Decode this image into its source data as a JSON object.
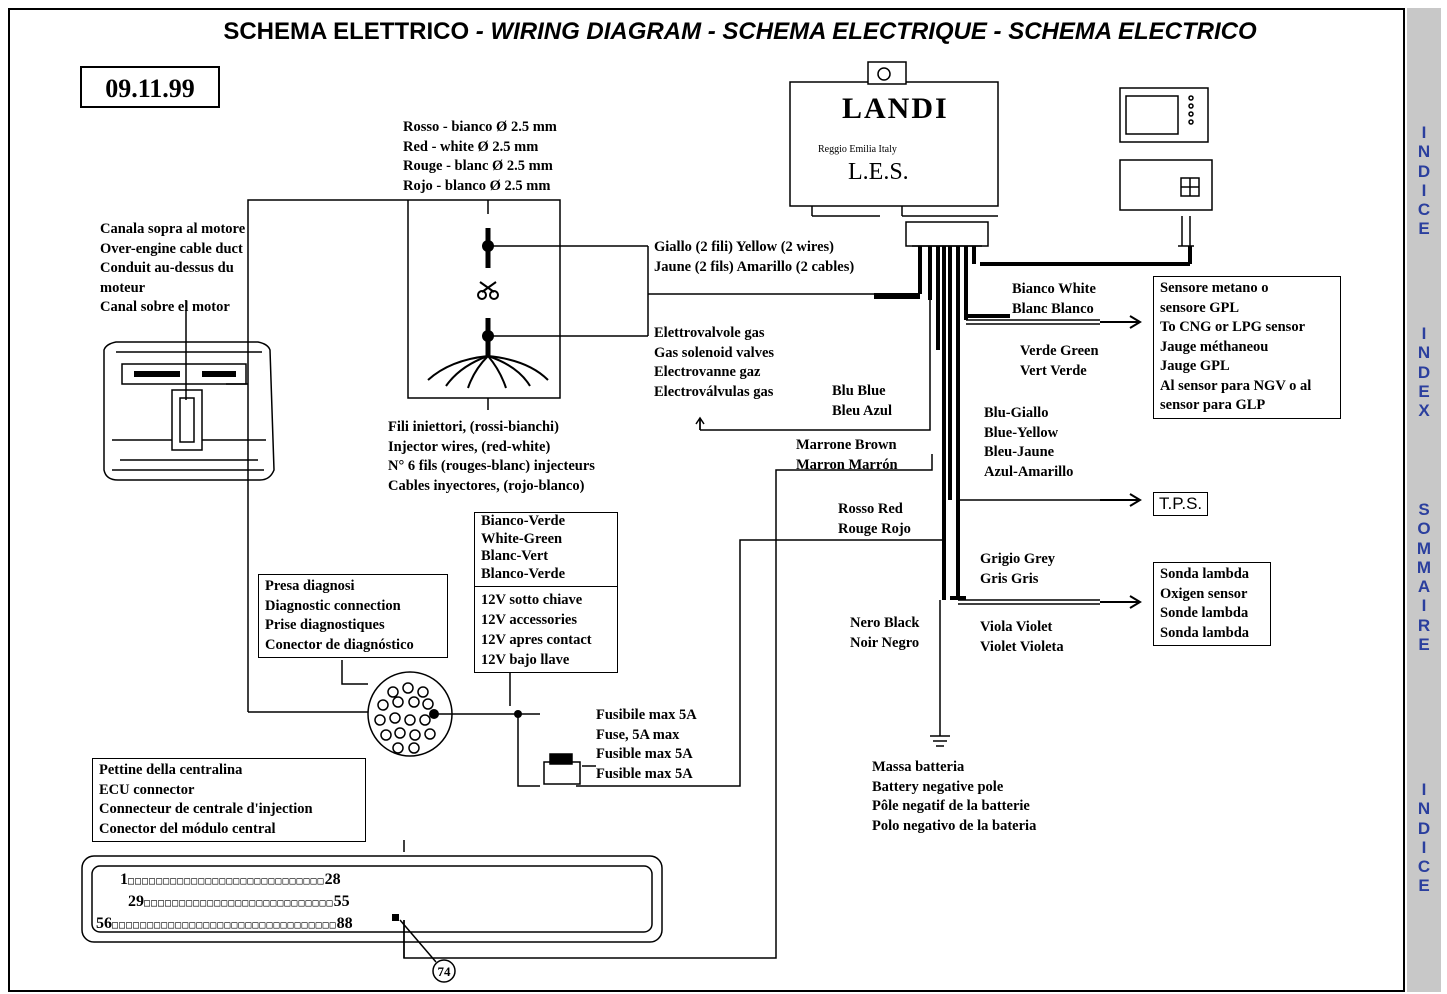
{
  "title": {
    "it": "SCHEMA ELETTRICO",
    "rest": "- WIRING DIAGRAM - SCHEMA ELECTRIQUE - SCHEMA ELECTRICO"
  },
  "date": "09.11.99",
  "ecu": {
    "brand": "LANDI",
    "location": "Reggio Emilia   Italy",
    "model": "L.E.S."
  },
  "side_nav": [
    {
      "letters": [
        "I",
        "N",
        "D",
        "I",
        "C",
        "E"
      ]
    },
    {
      "letters": [
        "I",
        "N",
        "D",
        "E",
        "X"
      ]
    },
    {
      "letters": [
        "S",
        "O",
        "M",
        "M",
        "A",
        "I",
        "R",
        "E"
      ]
    },
    {
      "letters": [
        "I",
        "N",
        "D",
        "I",
        "C",
        "E"
      ]
    }
  ],
  "labels": {
    "red_white": [
      "Rosso - bianco Ø 2.5 mm",
      "Red - white Ø 2.5 mm",
      "Rouge - blanc Ø 2.5 mm",
      "Rojo - blanco Ø 2.5 mm"
    ],
    "cable_duct": [
      "Canala sopra al motore",
      "Over-engine cable duct",
      "Conduit au-dessus du",
      "moteur",
      "Canal sobre el motor"
    ],
    "yellow": [
      "Giallo (2 fili)  Yellow (2 wires)",
      "Jaune (2 fils)  Amarillo (2 cables)"
    ],
    "solenoid": [
      "Elettrovalvole gas",
      "Gas solenoid valves",
      "Electrovanne gaz",
      "Electroválvulas gas"
    ],
    "injector": [
      "Fili iniettori, (rossi-bianchi)",
      "Injector wires, (red-white)",
      "N° 6 fils (rouges-blanc) injecteurs",
      "Cables inyectores, (rojo-blanco)"
    ],
    "blue": [
      "Blu Blue",
      "Bleu Azul"
    ],
    "brown": [
      "Marrone Brown",
      "Marron Marrón"
    ],
    "red": [
      "Rosso Red",
      "Rouge Rojo"
    ],
    "black": [
      "Nero Black",
      "Noir Negro"
    ],
    "white": [
      "Bianco White",
      "Blanc Blanco"
    ],
    "green": [
      "Verde Green",
      "Vert Verde"
    ],
    "blue_yellow": [
      "Blu-Giallo",
      "Blue-Yellow",
      "Bleu-Jaune",
      "Azul-Amarillo"
    ],
    "grey": [
      "Grigio Grey",
      "Gris Gris"
    ],
    "violet": [
      "Viola Violet",
      "Violet Violeta"
    ],
    "fuse": [
      "Fusibile max 5A",
      "Fuse, 5A max",
      "Fusible max 5A",
      "Fusible max 5A"
    ],
    "ground": [
      "Massa batteria",
      "Battery negative pole",
      "Pôle negatif de la batterie",
      "Polo negativo de la bateria"
    ]
  },
  "boxes": {
    "sensor": [
      "Sensore metano o",
      "sensore GPL",
      "To CNG or LPG sensor",
      "Jauge méthaneou",
      "Jauge GPL",
      "Al sensor para NGV o al",
      "sensor para GLP"
    ],
    "tps": "T.P.S.",
    "lambda": [
      "Sonda lambda",
      "Oxigen sensor",
      "Sonde lambda",
      "Sonda lambda"
    ],
    "diagnosis": [
      "Presa diagnosi",
      "Diagnostic connection",
      "Prise diagnostiques",
      "Conector de diagnóstico"
    ],
    "wg_colors": [
      "Bianco-Verde",
      "White-Green",
      "Blanc-Vert",
      "Blanco-Verde"
    ],
    "wg_power": [
      "12V sotto chiave",
      "12V accessories",
      "12V apres contact",
      "12V bajo llave"
    ],
    "ecu_conn": [
      "Pettine della centralina",
      "ECU connector",
      "Connecteur de centrale d'injection",
      "Conector del módulo central"
    ]
  },
  "pin_numbers": {
    "r1_start": "1",
    "r1_end": "28",
    "r2_start": "29",
    "r2_end": "55",
    "r3_start": "56",
    "r3_end": "88",
    "callout": "74"
  }
}
